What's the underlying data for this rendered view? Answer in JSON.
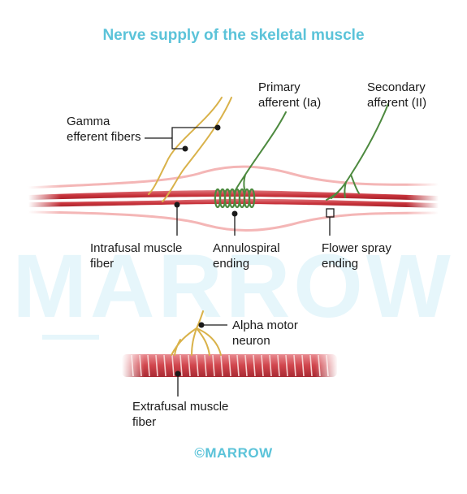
{
  "title": "Nerve supply of the skeletal muscle",
  "watermark": "MARROW",
  "footer": "©MARROW",
  "labels": {
    "gamma": [
      "Gamma",
      "efferent fibers"
    ],
    "primary": [
      "Primary",
      "afferent (Ia)"
    ],
    "secondary": [
      "Secondary",
      "afferent (II)"
    ],
    "intrafusal": [
      "Intrafusal muscle",
      "fiber"
    ],
    "annulospiral": [
      "Annulospiral",
      "ending"
    ],
    "flower": [
      "Flower spray",
      "ending"
    ],
    "alpha": [
      "Alpha motor",
      "neuron"
    ],
    "extrafusal": [
      "Extrafusal muscle",
      "fiber"
    ]
  },
  "colors": {
    "title": "#5bc3d9",
    "muscle_red": "#c8323a",
    "capsule_pink": "#f4b6b6",
    "nerve_yellow": "#d9b24a",
    "nerve_green": "#4d8a3f",
    "watermark": "#e6f6fb"
  }
}
